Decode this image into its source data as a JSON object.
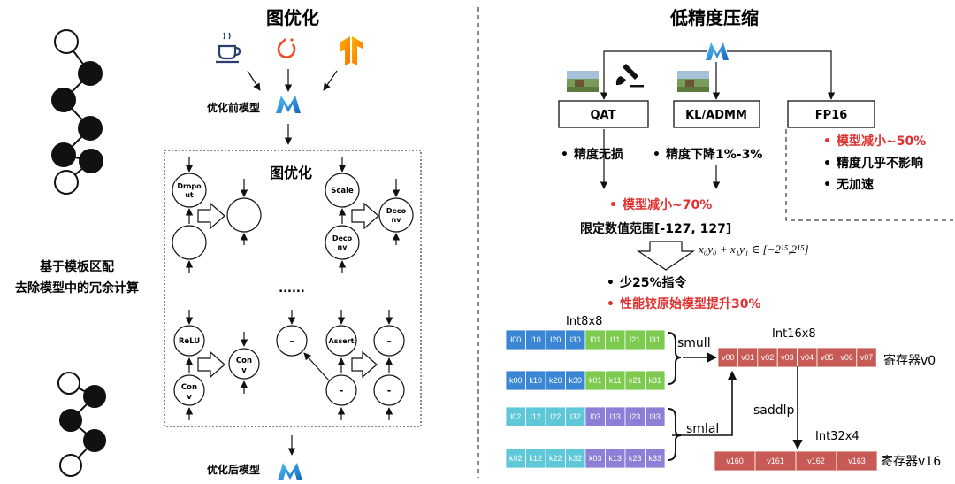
{
  "left": {
    "title": "图优化",
    "before_label": "优化前模型",
    "after_label": "优化后模型",
    "box_title": "图优化",
    "ellipsis": "......",
    "side_caption_line1": "基于模板区配",
    "side_caption_line2": "去除模型中的冗余计算",
    "nodes": {
      "dropout": [
        "Dropo",
        "ut"
      ],
      "scale": "Scale",
      "deconv": [
        "Deco",
        "nv"
      ],
      "deconv_result": [
        "Deco",
        "nv"
      ],
      "relu": "ReLU",
      "conv": [
        "Con",
        "v"
      ],
      "conv_result": [
        "Con",
        "v"
      ],
      "minus": "–",
      "assert": "Assert",
      "dash": "-",
      "minus_result": "–"
    },
    "framework_icons": [
      "coffee-icon",
      "pytorch-icon",
      "tensorflow-icon"
    ]
  },
  "right": {
    "title": "低精度压缩",
    "methods": [
      "QAT",
      "KL/ADMM",
      "FP16"
    ],
    "qat_bullet": "精度无损",
    "kl_bullet": "精度下降1%-3%",
    "fp16_bullets": [
      "模型减小~50%",
      "精度几乎不影响",
      "无加速"
    ],
    "reduce_70": "模型减小~70%",
    "range_text": "限定数值范围[-127, 127]",
    "formula": "x₀y₀ + x₁y₁ ∈ [−2¹⁵,2¹⁵]",
    "result_bullets": [
      "少25%指令",
      "性能较原始模型提升30%"
    ],
    "int8_label": "Int8x8",
    "int16_label": "Int16x8",
    "int32_label": "Int32x4",
    "smull": "smull",
    "smlal": "smlal",
    "saddlp": "saddlp",
    "reg_v0": "寄存器v0",
    "reg_v16": "寄存器v16",
    "row_l0": [
      "l00",
      "l10",
      "l20",
      "l30",
      "l01",
      "l11",
      "l21",
      "l31"
    ],
    "row_k0": [
      "k00",
      "k10",
      "k20",
      "k30",
      "k01",
      "k11",
      "k21",
      "k31"
    ],
    "row_l2": [
      "l02",
      "l12",
      "l22",
      "l32",
      "l03",
      "l13",
      "l23",
      "l33"
    ],
    "row_k2": [
      "k02",
      "k12",
      "k22",
      "k32",
      "k03",
      "k13",
      "k23",
      "k33"
    ],
    "row_v0": [
      "v00",
      "v01",
      "v02",
      "v03",
      "v04",
      "v05",
      "v06",
      "v07"
    ],
    "row_v16": [
      "v160",
      "v161",
      "v162",
      "v163"
    ]
  },
  "colors": {
    "red": "#e03030",
    "blue_cell": "#3a86d4",
    "green_cell": "#7ccb4f",
    "cyan_cell": "#5ec8d8",
    "purple_cell": "#8b7fd6",
    "reg_cell": "#c85a55"
  }
}
